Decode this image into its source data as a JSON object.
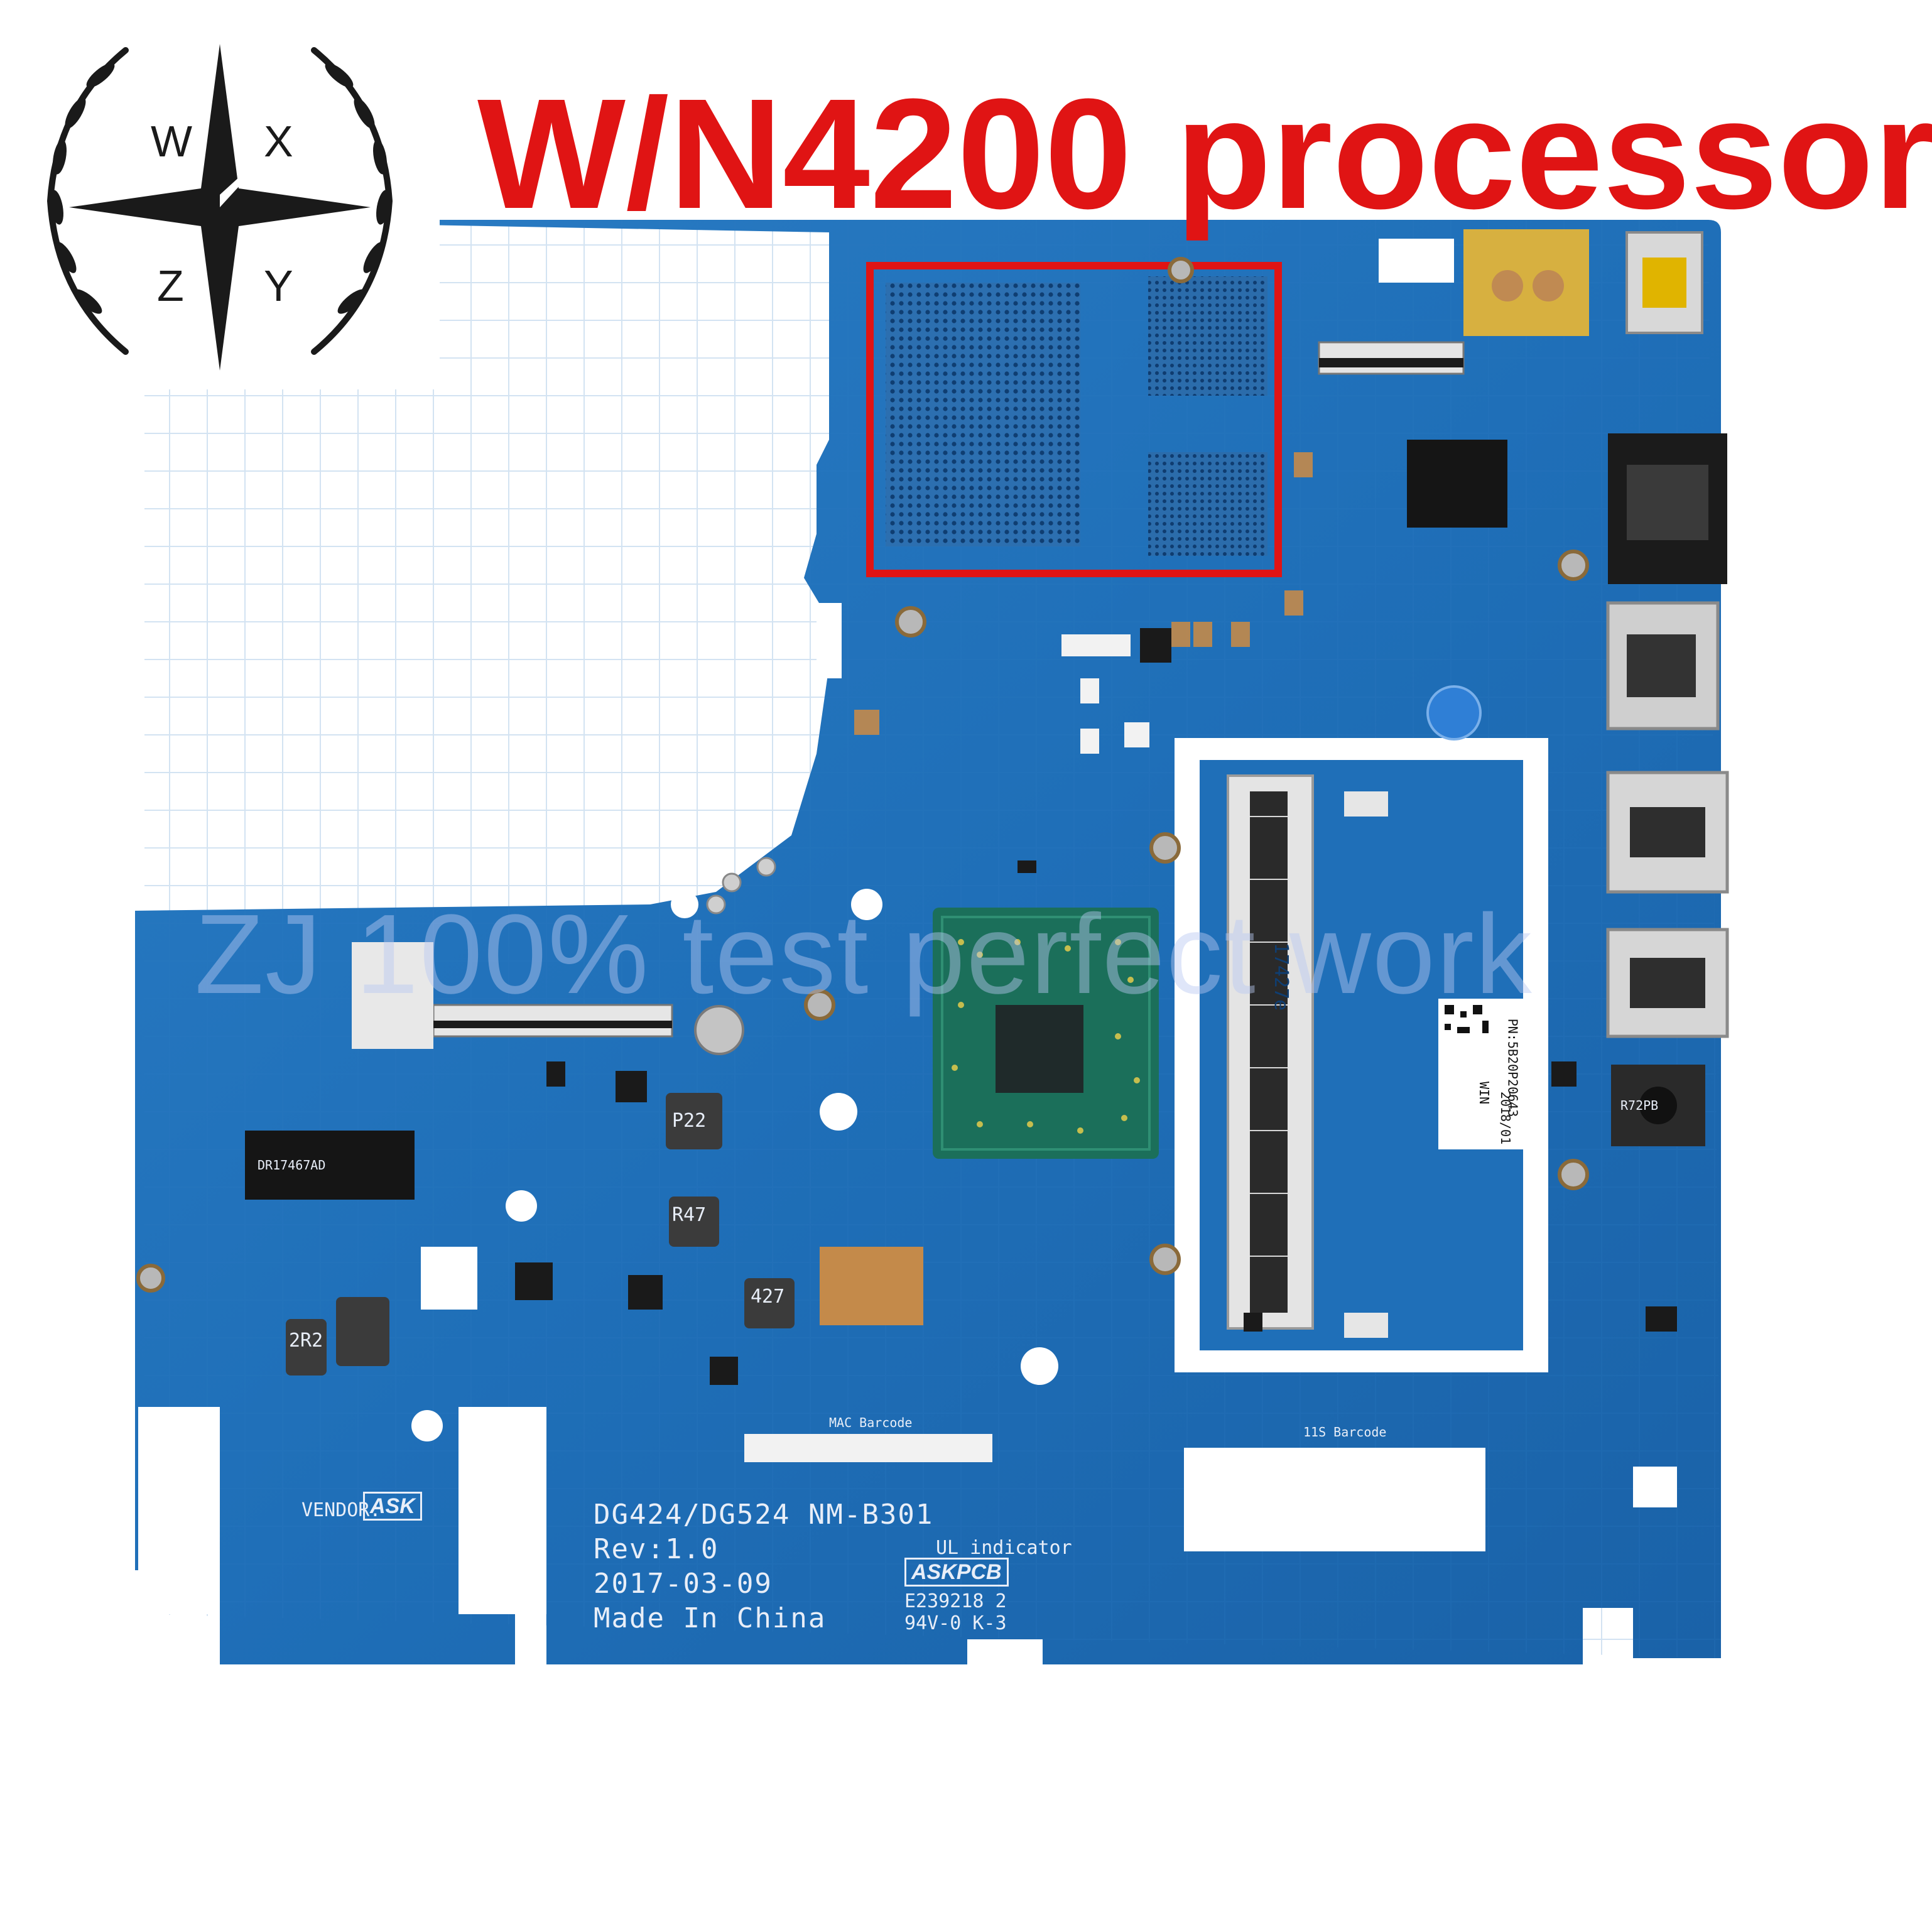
{
  "headline": {
    "text": "W/N4200 processor",
    "color": "#e01414"
  },
  "watermark": {
    "text": "ZJ 100% test perfect work",
    "color": "#b9c9f2"
  },
  "logo": {
    "letters": [
      "W",
      "X",
      "Z",
      "Y"
    ],
    "icon": "compass-star-laurel-logo"
  },
  "board": {
    "color": "#1f6fb8",
    "highlight_color": "#e01414",
    "silkscreen": {
      "model": "DG424/DG524 NM-B301",
      "rev": "Rev:1.0",
      "date": "2017-03-09",
      "made_in": "Made In China",
      "vendor_label": "VENDOR:",
      "vendor_value": "ASK",
      "ul_indicator": "UL indicator",
      "pcb_maker": "ASKPCB",
      "cert": "E239218 2",
      "rating": "94V-0 K-3",
      "mac_barcode": "MAC Barcode",
      "barcode_11s": "11S Barcode",
      "ram_label": "17427e",
      "inductor_p22": "P22",
      "inductor_r47": "R47",
      "inductor_427": "427",
      "inductor_2r2": "2R2",
      "chip_label": "DR17467AD",
      "sticker_pn": "PN:5B20P20643",
      "sticker_win": "WIN",
      "sticker_date": "2018/01",
      "jack_label": "R72PB"
    }
  }
}
